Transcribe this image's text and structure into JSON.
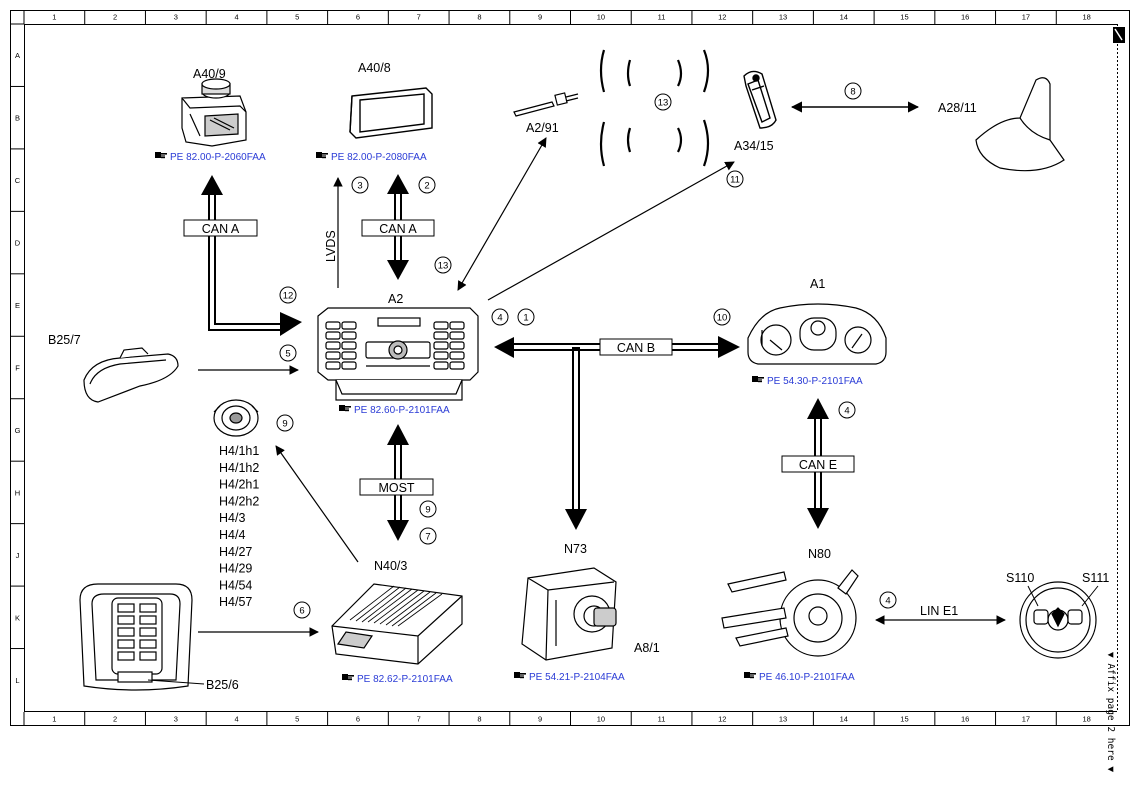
{
  "components": {
    "A40_9": "A40/9",
    "A40_8": "A40/8",
    "A2_91": "A2/91",
    "A34_15": "A34/15",
    "A28_11": "A28/11",
    "A2": "A2",
    "A1": "A1",
    "B25_7": "B25/7",
    "N73": "N73",
    "A8_1": "A8/1",
    "N80": "N80",
    "S110": "S110",
    "S111": "S111",
    "N40_3": "N40/3",
    "B25_6": "B25/6"
  },
  "h4_list": [
    "H4/1h1",
    "H4/1h2",
    "H4/2h1",
    "H4/2h2",
    "H4/3",
    "H4/4",
    "H4/27",
    "H4/29",
    "H4/54",
    "H4/57"
  ],
  "bus_labels": {
    "can_a_left": "CAN A",
    "can_a_right": "CAN A",
    "lvds": "LVDS",
    "can_b": "CAN B",
    "can_e": "CAN E",
    "most": "MOST",
    "lin_e1": "LIN E1"
  },
  "refs": {
    "a40_9": "PE 82.00-P-2060FAA",
    "a40_8": "PE 82.00-P-2080FAA",
    "a2": "PE 82.60-P-2101FAA",
    "a1": "PE 54.30-P-2101FAA",
    "n40_3": "PE 82.62-P-2101FAA",
    "n73": "PE 54.21-P-2104FAA",
    "n80": "PE 46.10-P-2101FAA"
  },
  "circle_numbers": {
    "c3": "3",
    "c2": "2",
    "c13_top": "13",
    "c13_mid": "13",
    "c11": "11",
    "c8": "8",
    "c12": "12",
    "c5": "5",
    "c4_a2": "4",
    "c1_a2": "1",
    "c10": "10",
    "c4_a1": "4",
    "c9_speaker": "9",
    "c9_most": "9",
    "c7_most": "7",
    "c6": "6",
    "c4_lin": "4"
  },
  "ruler": {
    "columns": [
      "1",
      "2",
      "3",
      "4",
      "5",
      "6",
      "7",
      "8",
      "9",
      "10",
      "11",
      "12",
      "13",
      "14",
      "15",
      "16",
      "17",
      "18"
    ],
    "rows": [
      "A",
      "B",
      "C",
      "D",
      "E",
      "F",
      "G",
      "H",
      "J",
      "K",
      "L"
    ]
  },
  "side_note": "▼ Affix page 2 here ▼",
  "colors": {
    "line": "#000000",
    "reference_link": "#2a3bd6",
    "background": "#ffffff"
  },
  "icons": {
    "reference": "pointing-hand-icon"
  }
}
